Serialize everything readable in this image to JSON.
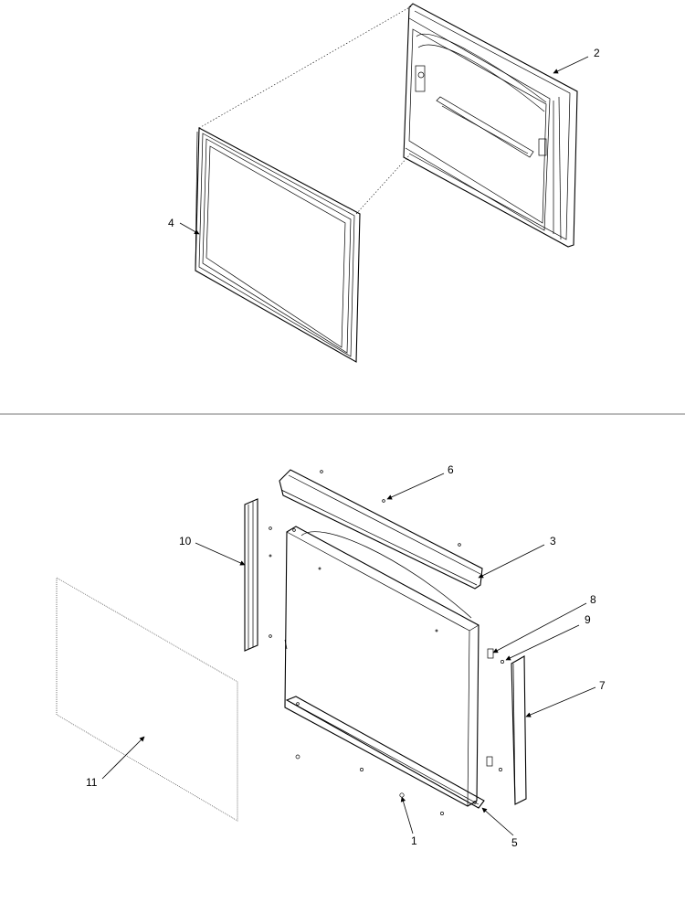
{
  "diagram": {
    "callouts": {
      "c1": "1",
      "c2": "2",
      "c3": "3",
      "c4": "4",
      "c5": "5",
      "c6": "6",
      "c7": "7",
      "c8": "8",
      "c9": "9",
      "c10": "10",
      "c11": "11"
    },
    "colors": {
      "line": "#000000",
      "background": "#ffffff",
      "panel_fill": "#f7f7f7"
    }
  }
}
